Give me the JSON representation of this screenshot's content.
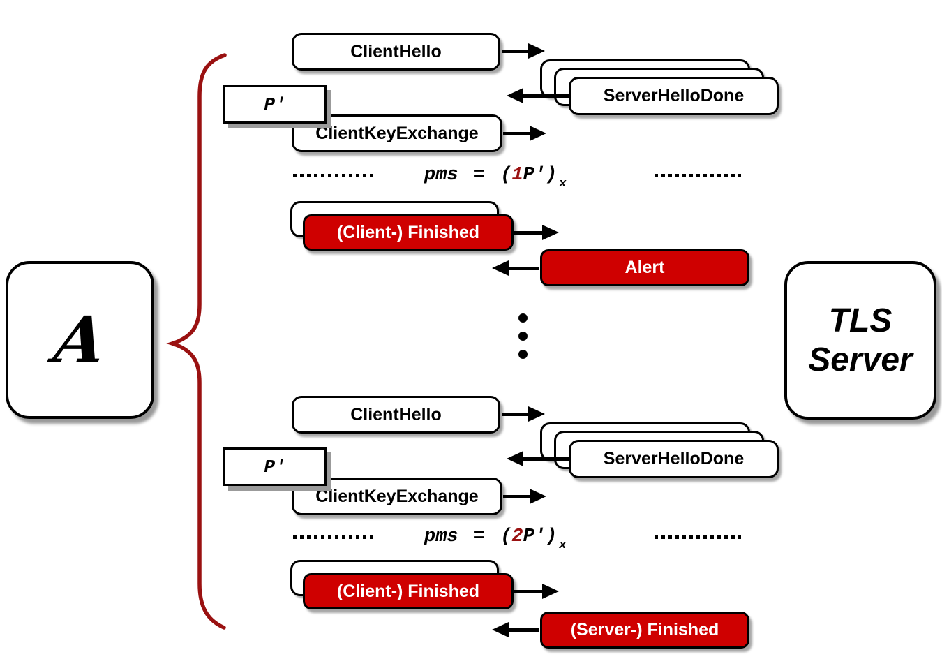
{
  "adversary": {
    "symbol": "A"
  },
  "server": {
    "label": "TLS Server"
  },
  "colors": {
    "message_red": "#cf0000",
    "highlight_red": "#9a1111",
    "outline": "#000000"
  },
  "session1": {
    "client_hello": "ClientHello",
    "server_hello_done": "ServerHelloDone",
    "point": "P'",
    "client_key_exchange": "ClientKeyExchange",
    "pms": {
      "prefix": "pms = (",
      "coefficient": "1",
      "rest": "P')",
      "subscript": "x"
    },
    "client_finished": "(Client-) Finished",
    "server_response": "Alert"
  },
  "session2": {
    "client_hello": "ClientHello",
    "server_hello_done": "ServerHelloDone",
    "point": "P'",
    "client_key_exchange": "ClientKeyExchange",
    "pms": {
      "prefix": "pms = (",
      "coefficient": "2",
      "rest": "P')",
      "subscript": "x"
    },
    "client_finished": "(Client-) Finished",
    "server_response": "(Server-) Finished"
  }
}
